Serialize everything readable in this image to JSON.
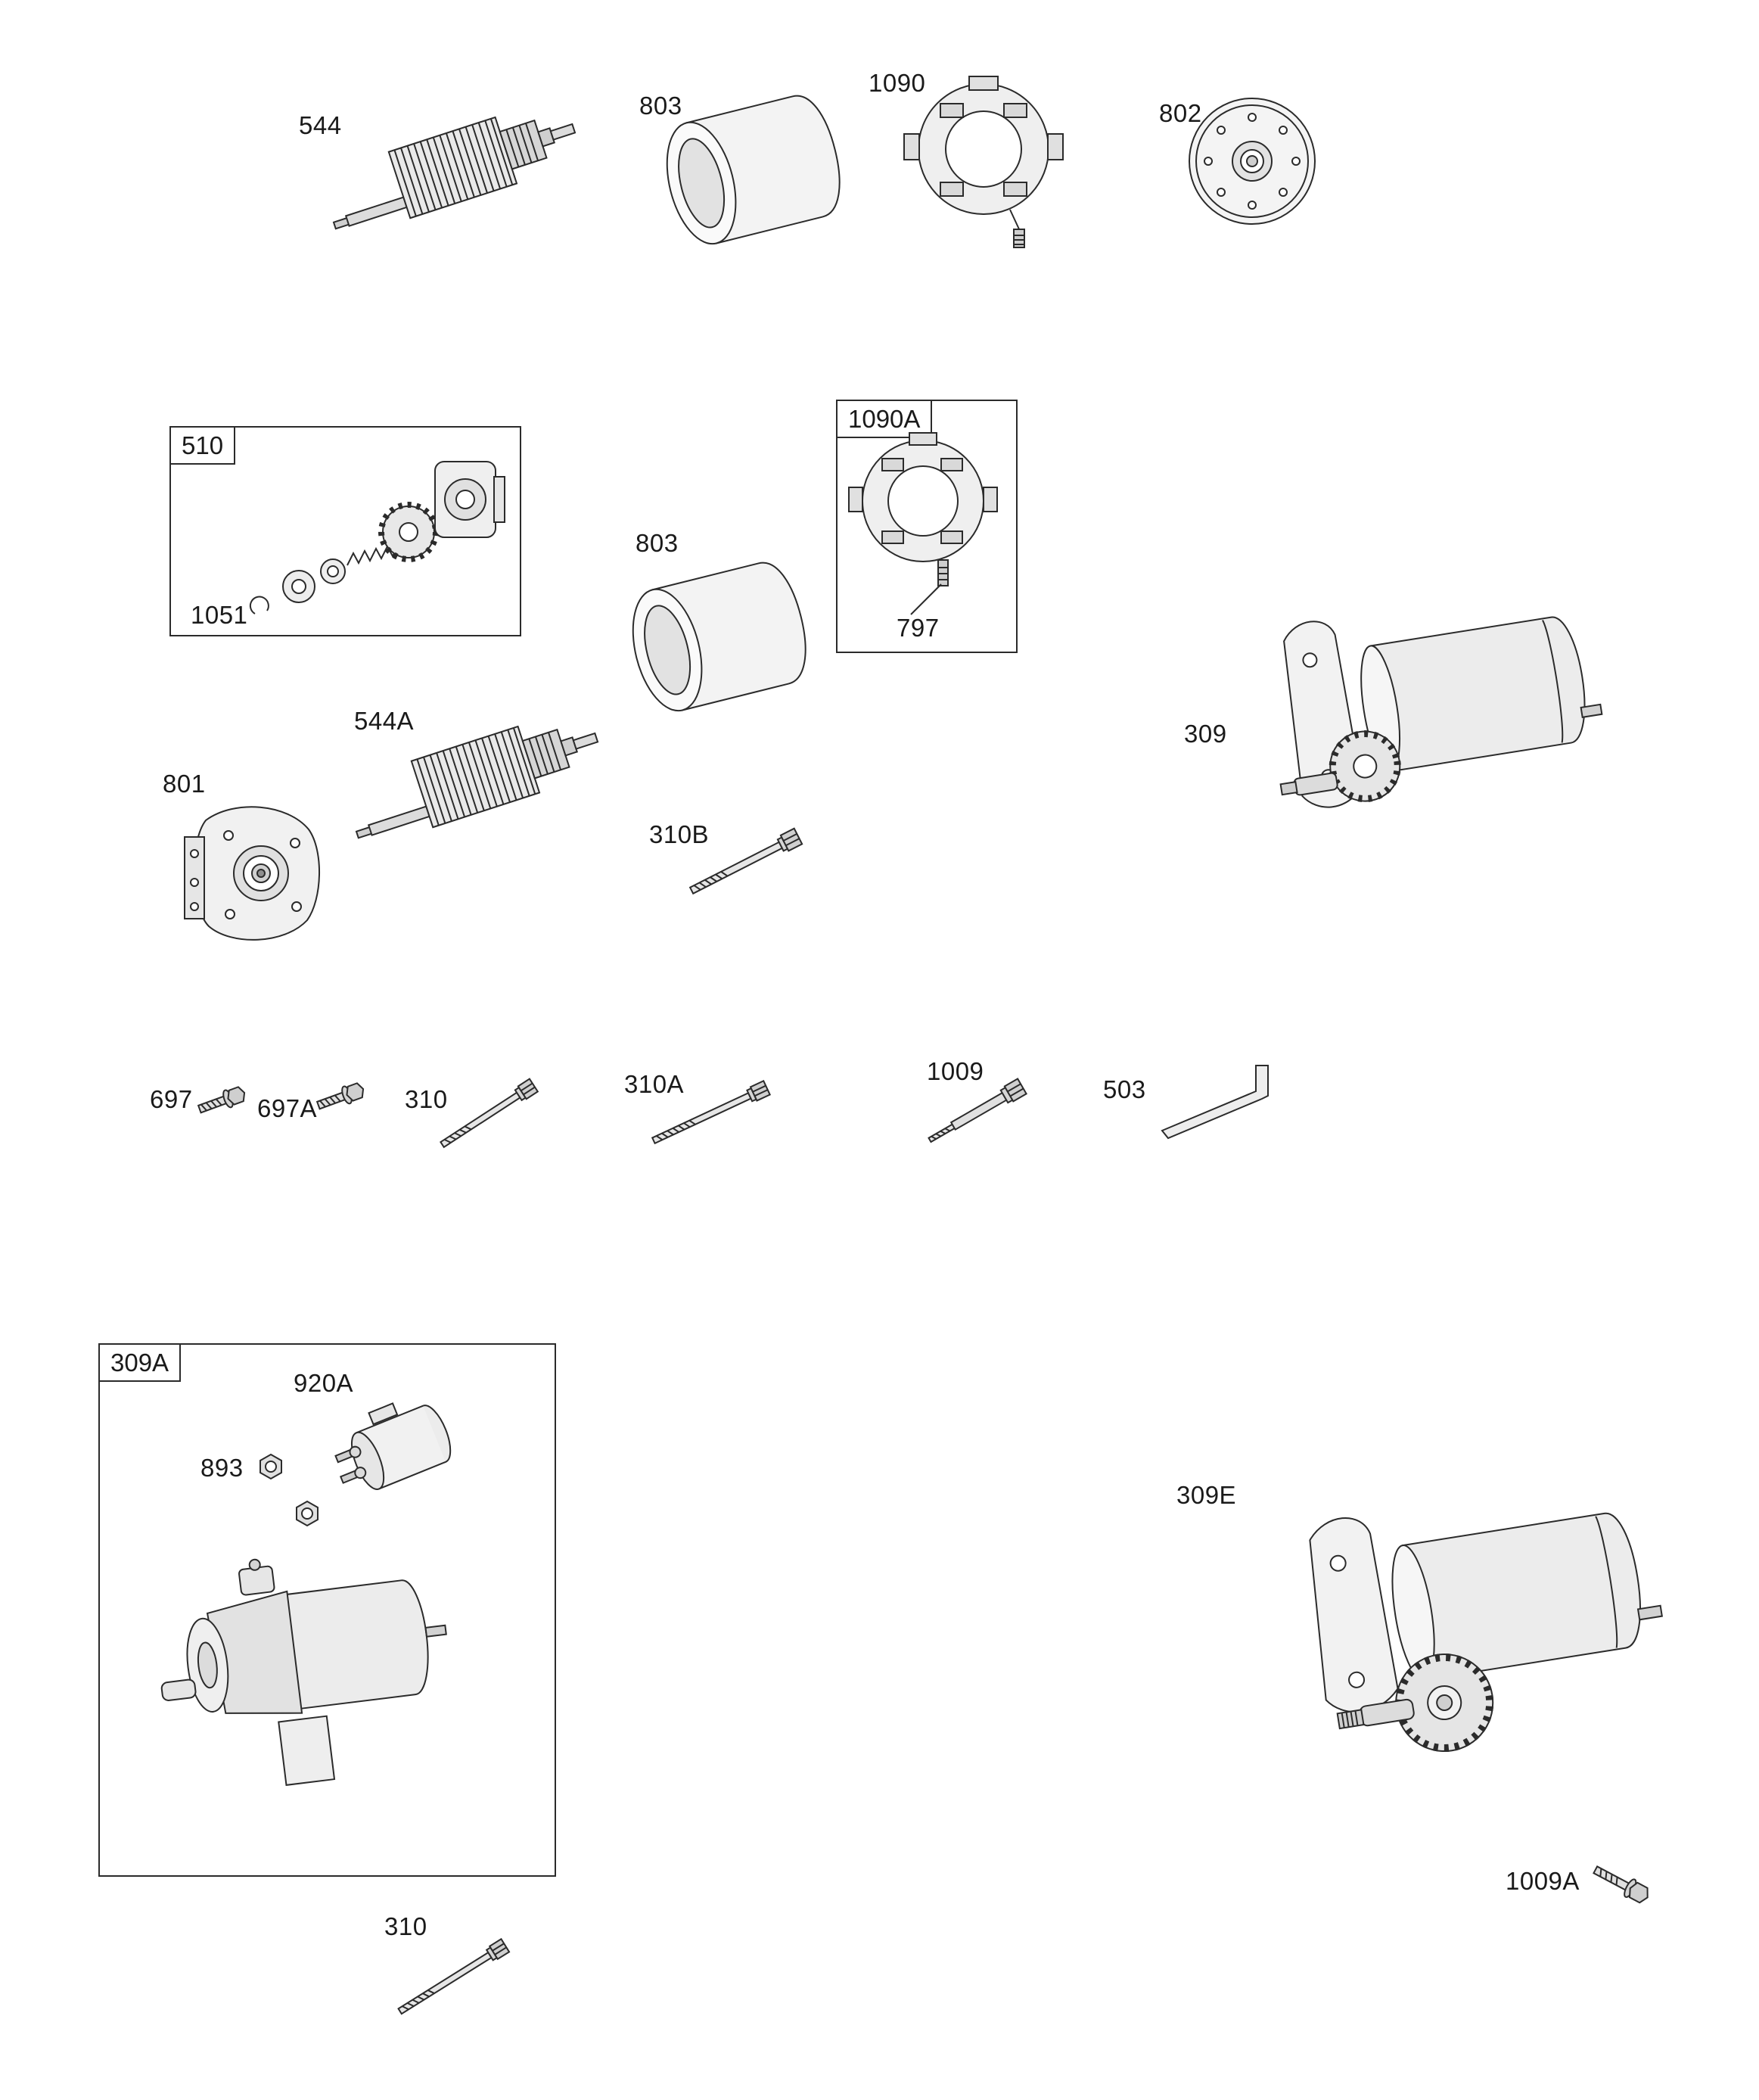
{
  "colors": {
    "line": "#2b2b2b",
    "background": "#ffffff",
    "fill_light": "#efefef"
  },
  "callouts": {
    "c544": "544",
    "c803_top": "803",
    "c1090": "1090",
    "c802": "802",
    "c510": "510",
    "c1051": "1051",
    "c803_mid": "803",
    "c1090A": "1090A",
    "c797": "797",
    "c309": "309",
    "c544A": "544A",
    "c801": "801",
    "c310B": "310B",
    "c697": "697",
    "c697A": "697A",
    "c310_mid": "310",
    "c310A": "310A",
    "c1009": "1009",
    "c503": "503",
    "c309A": "309A",
    "c920A": "920A",
    "c893": "893",
    "c309E": "309E",
    "c1009A": "1009A",
    "c310_bottom": "310"
  }
}
